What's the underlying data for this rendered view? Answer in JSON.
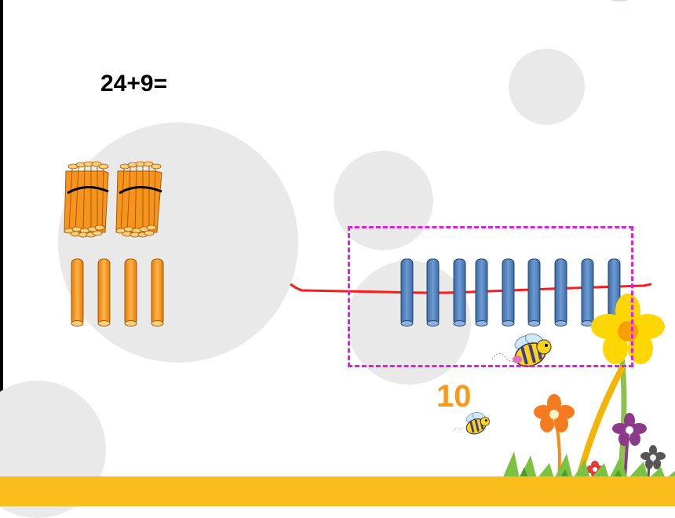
{
  "equation": "24+9=",
  "answer_label": "10",
  "counts": {
    "ten_bundles": 2,
    "orange_ones": 4,
    "blue_ones": 9
  },
  "colors": {
    "orange_stick": "#f7941d",
    "blue_stick": "#4f81bd",
    "red_line": "#ff0000",
    "dashed_box": "#e020e0",
    "answer_text": "#f59a1c",
    "bottom_bar": "#fbbd1c",
    "background_circle": "#e9e9e9"
  },
  "icons": [
    "bee-icon",
    "flower-icon",
    "stick-bundle-icon"
  ]
}
